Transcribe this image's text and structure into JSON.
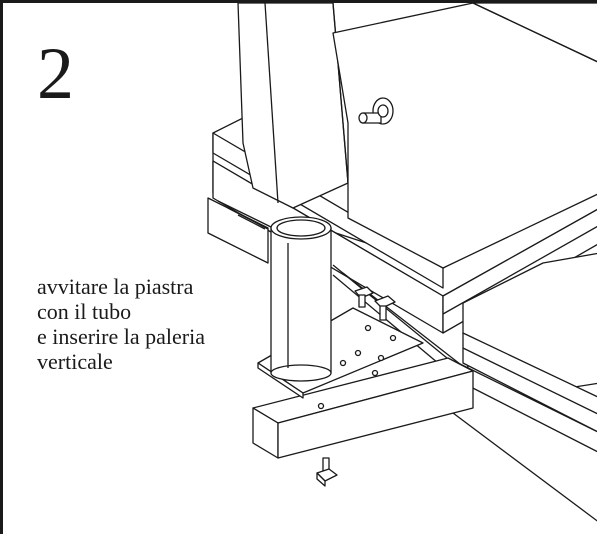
{
  "step": {
    "number": "2"
  },
  "caption": {
    "lines": [
      "avvitare la piastra",
      "con il tubo",
      "e inserire la paleria",
      "verticale"
    ]
  },
  "colors": {
    "line": "#1a1a1a",
    "background": "#ffffff"
  }
}
